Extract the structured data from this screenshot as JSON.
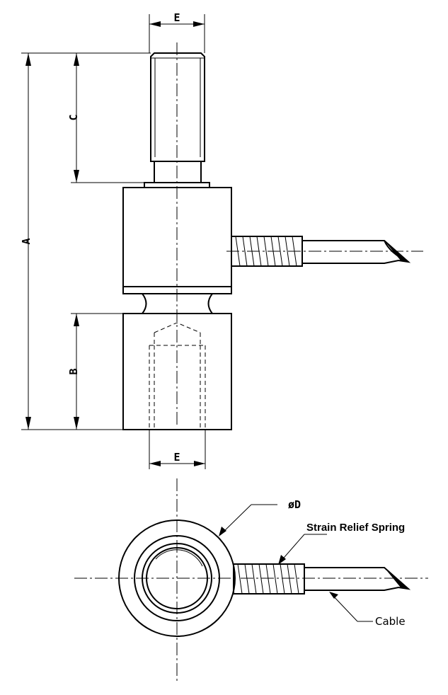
{
  "dimensions": {
    "a": "A",
    "b": "B",
    "c": "C",
    "d": "øD",
    "e_top": "E",
    "e_bottom": "E"
  },
  "callouts": {
    "strain_relief_spring": "Strain Relief Spring",
    "cable": "Cable"
  }
}
